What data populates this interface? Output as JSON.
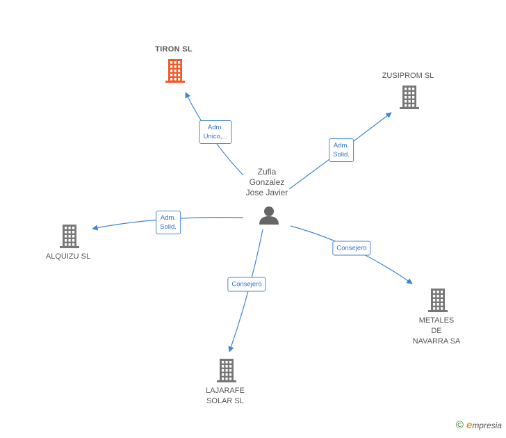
{
  "center": {
    "name": "Zufia\nGonzalez\nJose Javier",
    "icon": "person-icon",
    "color": "#666666"
  },
  "companies": [
    {
      "id": "tiron",
      "name": "TIRON  SL",
      "icon": "building-icon",
      "color": "#f05a28",
      "bold": true
    },
    {
      "id": "zusiprom",
      "name": "ZUSIPROM  SL",
      "icon": "building-icon",
      "color": "#777777",
      "bold": false
    },
    {
      "id": "alquizu",
      "name": "ALQUIZU SL",
      "icon": "building-icon",
      "color": "#777777",
      "bold": false
    },
    {
      "id": "metales",
      "name": "METALES\nDE\nNAVARRA SA",
      "icon": "building-icon",
      "color": "#777777",
      "bold": false
    },
    {
      "id": "lajarafe",
      "name": "LAJARAFE\nSOLAR  SL",
      "icon": "building-icon",
      "color": "#777777",
      "bold": false
    }
  ],
  "relations": [
    {
      "to": "tiron",
      "label": "Adm.\nUnico,..."
    },
    {
      "to": "zusiprom",
      "label": "Adm.\nSolid."
    },
    {
      "to": "alquizu",
      "label": "Adm.\nSolid."
    },
    {
      "to": "metales",
      "label": "Consejero"
    },
    {
      "to": "lajarafe",
      "label": "Consejero"
    }
  ],
  "edge_color": "#3f84d6",
  "footer": {
    "copyright": "©",
    "brand_initial": "e",
    "brand_rest": "mpresia"
  }
}
